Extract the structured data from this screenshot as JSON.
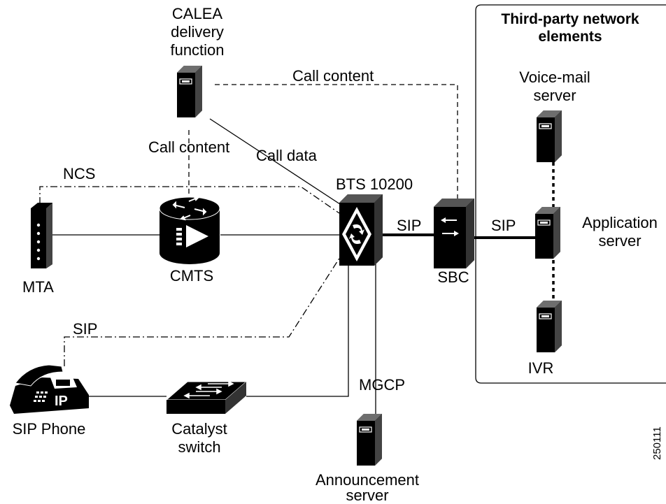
{
  "labels": {
    "calea_line1": "CALEA",
    "calea_line2": "delivery",
    "calea_line3": "function",
    "call_content_top": "Call content",
    "call_content_left": "Call content",
    "call_data": "Call data",
    "ncs": "NCS",
    "bts": "BTS 10200",
    "sip_bts_sbc": "SIP",
    "sip_sbc_app": "SIP",
    "sip_phone_link": "SIP",
    "mgcp": "MGCP",
    "mta": "MTA",
    "cmts": "CMTS",
    "sbc": "SBC",
    "sip_phone": "SIP Phone",
    "catalyst_line1": "Catalyst",
    "catalyst_line2": "switch",
    "announcement_line1": "Announcement",
    "announcement_line2": "server",
    "third_party_line1": "Third-party network",
    "third_party_line2": "elements",
    "voicemail_line1": "Voice-mail",
    "voicemail_line2": "server",
    "app_server_line1": "Application",
    "app_server_line2": "server",
    "ivr": "IVR",
    "phone_ip": "IP",
    "figure_id": "250111"
  },
  "icons": [
    "server-icon",
    "router-icon",
    "mta-icon",
    "bts-switch-icon",
    "sbc-icon",
    "ip-phone-icon",
    "catalyst-switch-icon"
  ]
}
